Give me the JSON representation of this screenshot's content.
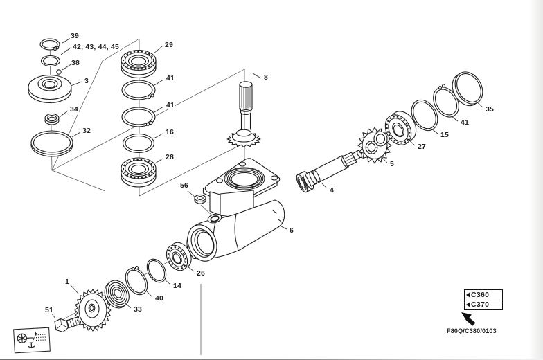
{
  "figure_code": "F80Q/C380/0103",
  "references": {
    "box1": "C360",
    "box2": "C370"
  },
  "callouts": {
    "c39": "39",
    "c42_45": "42, 43, 44, 45",
    "c38": "38",
    "c3": "3",
    "c34": "34",
    "c32": "32",
    "c29": "29",
    "c41_top": "41",
    "c41_mid": "41",
    "c16": "16",
    "c28": "28",
    "c8": "8",
    "c56": "56",
    "c6": "6",
    "c4": "4",
    "c5": "5",
    "c27": "27",
    "c15": "15",
    "c41_right": "41",
    "c35": "35",
    "c26": "26",
    "c14": "14",
    "c40": "40",
    "c33": "33",
    "c1": "1",
    "c51": "51"
  },
  "colors": {
    "line": "#1c1c1c",
    "background": "#ffffff"
  }
}
